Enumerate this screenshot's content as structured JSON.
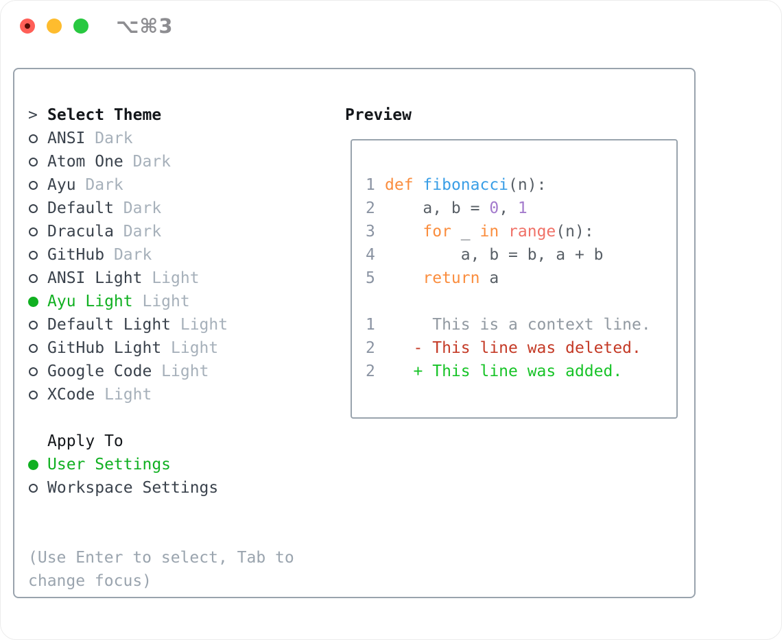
{
  "window": {
    "title": "⌥⌘3",
    "traffic_lights": {
      "close": "close",
      "minimize": "minimize",
      "zoom": "zoom"
    }
  },
  "theme_selector": {
    "header_prefix": ">",
    "header": "Select Theme",
    "themes": [
      {
        "name": "ANSI",
        "variant": "Dark",
        "selected": false
      },
      {
        "name": "Atom One",
        "variant": "Dark",
        "selected": false
      },
      {
        "name": "Ayu",
        "variant": "Dark",
        "selected": false
      },
      {
        "name": "Default",
        "variant": "Dark",
        "selected": false
      },
      {
        "name": "Dracula",
        "variant": "Dark",
        "selected": false
      },
      {
        "name": "GitHub",
        "variant": "Dark",
        "selected": false
      },
      {
        "name": "ANSI Light",
        "variant": "Light",
        "selected": false
      },
      {
        "name": "Ayu Light",
        "variant": "Light",
        "selected": true
      },
      {
        "name": "Default Light",
        "variant": "Light",
        "selected": false
      },
      {
        "name": "GitHub Light",
        "variant": "Light",
        "selected": false
      },
      {
        "name": "Google Code",
        "variant": "Light",
        "selected": false
      },
      {
        "name": "XCode",
        "variant": "Light",
        "selected": false
      }
    ]
  },
  "apply_to": {
    "header": "Apply To",
    "options": [
      {
        "label": "User Settings",
        "selected": true
      },
      {
        "label": "Workspace Settings",
        "selected": false
      }
    ]
  },
  "hint": "(Use Enter to select, Tab to change focus)",
  "preview": {
    "header": "Preview",
    "lines": [
      {
        "num": "1",
        "tokens": [
          [
            "def",
            "keyword"
          ],
          [
            " ",
            "plain"
          ],
          [
            "fibonacci",
            "function"
          ],
          [
            "(n):",
            "plain"
          ]
        ]
      },
      {
        "num": "2",
        "tokens": [
          [
            "    a, b = ",
            "plain"
          ],
          [
            "0",
            "number"
          ],
          [
            ", ",
            "plain"
          ],
          [
            "1",
            "number"
          ]
        ]
      },
      {
        "num": "3",
        "tokens": [
          [
            "    ",
            "plain"
          ],
          [
            "for",
            "keyword"
          ],
          [
            " _ ",
            "plain"
          ],
          [
            "in",
            "keyword"
          ],
          [
            " ",
            "plain"
          ],
          [
            "range",
            "builtin"
          ],
          [
            "(n):",
            "plain"
          ]
        ]
      },
      {
        "num": "4",
        "tokens": [
          [
            "        a, b = b, a + b",
            "plain"
          ]
        ]
      },
      {
        "num": "5",
        "tokens": [
          [
            "    ",
            "plain"
          ],
          [
            "return",
            "keyword"
          ],
          [
            " a",
            "plain"
          ]
        ]
      },
      {
        "num": "",
        "tokens": []
      },
      {
        "num": "1",
        "tokens": [
          [
            "     This is a context line.",
            "context"
          ]
        ]
      },
      {
        "num": "2",
        "tokens": [
          [
            "   - This line was deleted.",
            "deleted"
          ]
        ]
      },
      {
        "num": "2",
        "tokens": [
          [
            "   + This line was added.",
            "added"
          ]
        ]
      }
    ]
  },
  "colors": {
    "accent_green": "#10b021",
    "added_green": "#17c327",
    "deleted_red": "#c43a26",
    "keyword_orange": "#fa8d3e",
    "function_blue": "#399ee6",
    "number_purple": "#a37acc",
    "builtin_coral": "#f07167",
    "code_fg": "#585f66",
    "gutter_gray": "#8a93a2",
    "context_gray": "#9199a1",
    "name_dark": "#3a424c",
    "variant_gray": "#a6b0ba",
    "hint_gray": "#9aa4ae",
    "border_gray": "#99a3ad",
    "header_black": "#14171b",
    "title_gray": "#8d8d91",
    "tl_red": "#ff5f57",
    "tl_yellow": "#febc2e",
    "tl_green": "#28c840"
  }
}
